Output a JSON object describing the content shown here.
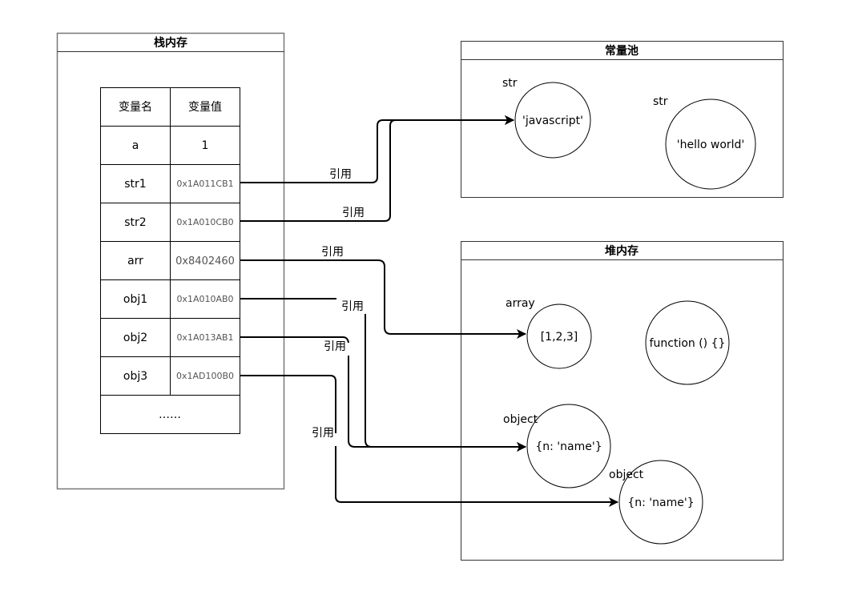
{
  "stack": {
    "title": "栈内存",
    "header": {
      "name": "变量名",
      "value": "变量值"
    },
    "rows": [
      {
        "name": "a",
        "value": "1",
        "is_address": false
      },
      {
        "name": "str1",
        "value": "0x1A011CB1",
        "is_address": true
      },
      {
        "name": "str2",
        "value": "0x1A010CB0",
        "is_address": true
      },
      {
        "name": "arr",
        "value": "0x8402460",
        "is_address": true
      },
      {
        "name": "obj1",
        "value": "0x1A010AB0",
        "is_address": true
      },
      {
        "name": "obj2",
        "value": "0x1A013AB1",
        "is_address": true
      },
      {
        "name": "obj3",
        "value": "0x1AD100B0",
        "is_address": true
      }
    ],
    "ellipsis": "……"
  },
  "constant_pool": {
    "title": "常量池",
    "items": [
      {
        "type_label": "str",
        "value": "'javascript'"
      },
      {
        "type_label": "str",
        "value": "'hello world'"
      }
    ]
  },
  "heap": {
    "title": "堆内存",
    "items": [
      {
        "type_label": "array",
        "value": "[1,2,3]"
      },
      {
        "type_label": "",
        "value": "function () {}"
      },
      {
        "type_label": "object",
        "value": "{n: 'name'}"
      },
      {
        "type_label": "object",
        "value": "{n: 'name'}"
      }
    ]
  },
  "references": [
    {
      "from": "str1",
      "to": "'javascript'",
      "label": "引用"
    },
    {
      "from": "str2",
      "to": "'javascript'",
      "label": "引用"
    },
    {
      "from": "arr",
      "to": "[1,2,3]",
      "label": "引用"
    },
    {
      "from": "obj1",
      "to": "{n: 'name'} (1)",
      "label": "引用"
    },
    {
      "from": "obj2",
      "to": "{n: 'name'} (1)",
      "label": "引用"
    },
    {
      "from": "obj3",
      "to": "{n: 'name'} (2)",
      "label": "引用"
    }
  ]
}
